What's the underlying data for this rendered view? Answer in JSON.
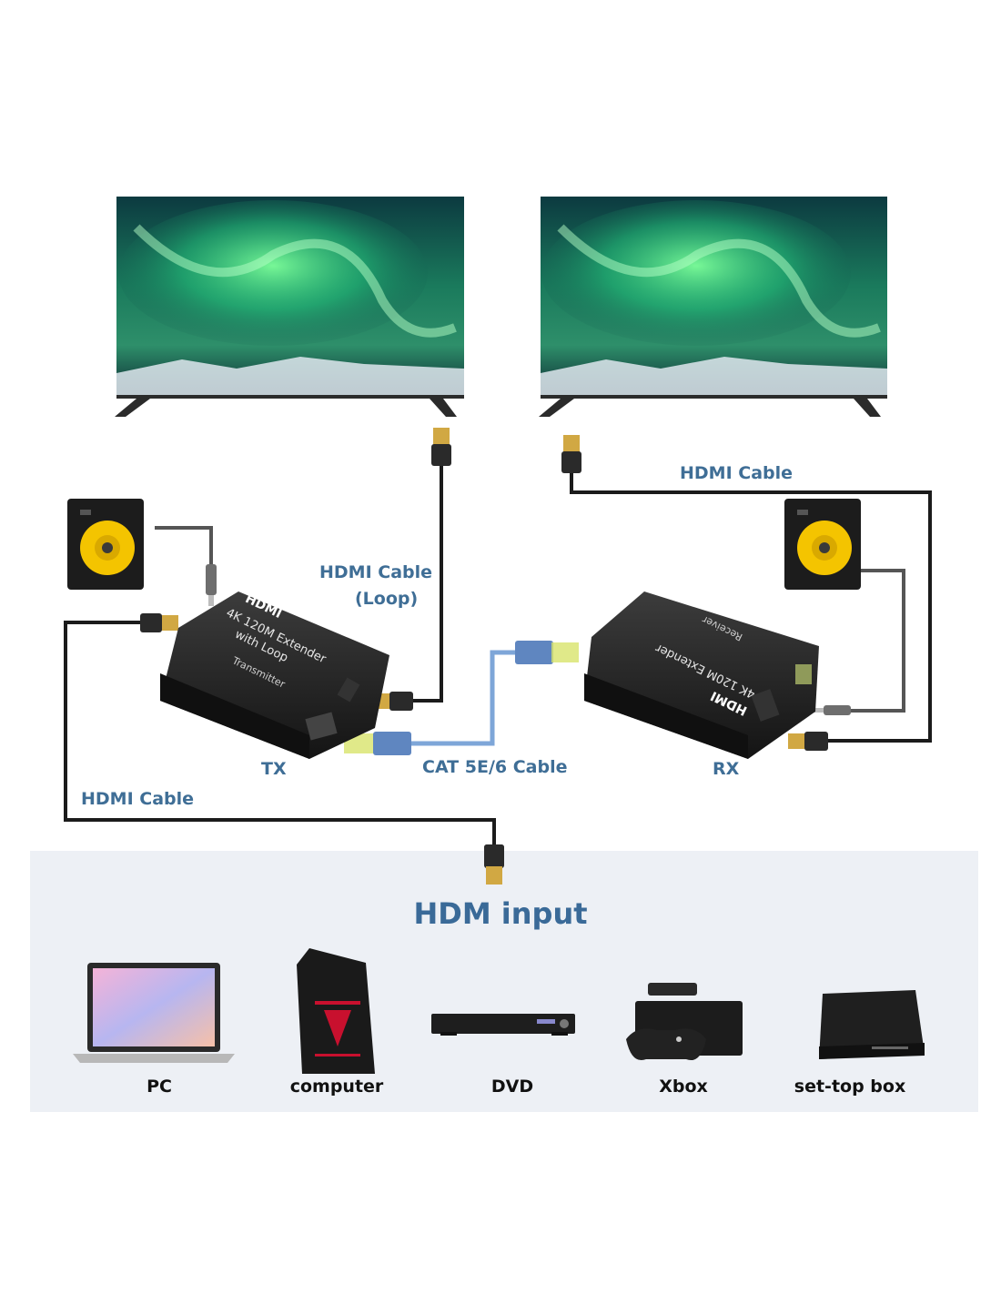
{
  "labels": {
    "hdmi_cable_loop_line1": "HDMI Cable",
    "hdmi_cable_loop_line2": "(Loop)",
    "hdmi_cable_rx": "HDMI Cable",
    "hdmi_cable_input": "HDMI Cable",
    "cat_cable": "CAT 5E/6 Cable",
    "tx": "TX",
    "rx": "RX"
  },
  "transmitter": {
    "logo": "HDMI",
    "line1": "4K 120M Extender",
    "line2": "with Loop",
    "line3": "Transmitter"
  },
  "receiver": {
    "logo": "HDMI",
    "line1": "4K 120M Extender",
    "line2": "Receiver"
  },
  "input_section": {
    "title": "HDM input",
    "devices": [
      {
        "name": "PC",
        "icon": "laptop-icon"
      },
      {
        "name": "computer",
        "icon": "desktop-tower-icon"
      },
      {
        "name": "DVD",
        "icon": "dvd-player-icon"
      },
      {
        "name": "Xbox",
        "icon": "xbox-console-icon"
      },
      {
        "name": "set-top box",
        "icon": "set-top-box-icon"
      }
    ]
  },
  "colors": {
    "label_blue": "#3f6e96",
    "cat_cable": "#7ea6d8",
    "panel_bg": "#edf0f5",
    "speaker_cone": "#f4c400"
  }
}
